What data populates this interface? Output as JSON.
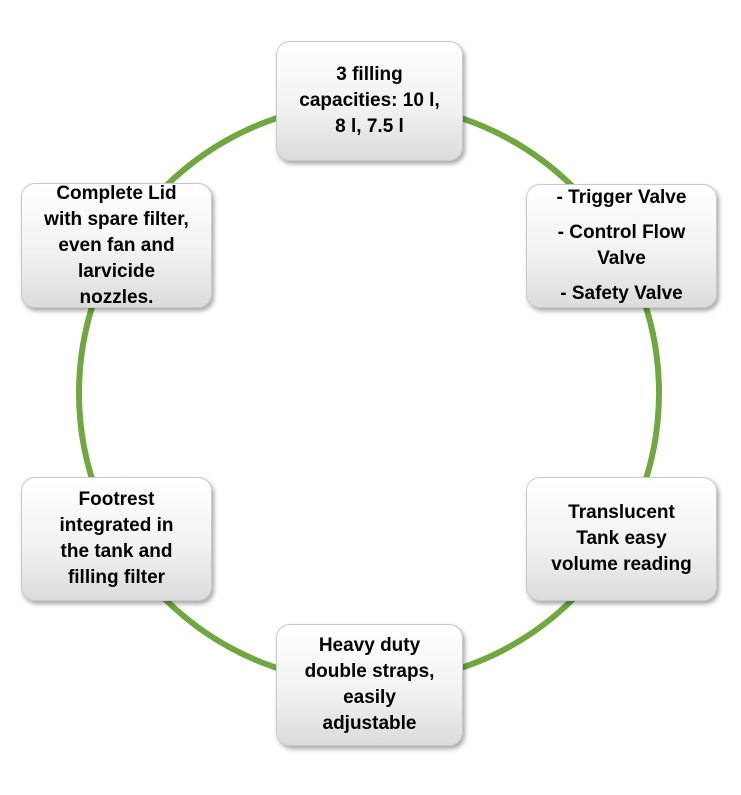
{
  "colors": {
    "ring": "#70a83f",
    "node_border": "#c9c9c9",
    "text": "#000000"
  },
  "nodes": {
    "top": {
      "lines": [
        "3  filling",
        "capacities: 10 l,",
        "8 l, 7.5 l"
      ]
    },
    "right_top": {
      "lines": [
        "- Trigger Valve",
        "- Control Flow",
        "Valve",
        "- Safety Valve"
      ]
    },
    "right_bottom": {
      "lines": [
        "Translucent",
        "Tank easy",
        "volume reading"
      ]
    },
    "bottom": {
      "lines": [
        "Heavy duty",
        "double straps,",
        "easily",
        "adjustable"
      ]
    },
    "left_bottom": {
      "lines": [
        "Footrest",
        "integrated in",
        "the tank and",
        "filling filter"
      ]
    },
    "left_top": {
      "lines": [
        "Complete Lid",
        "with spare filter,",
        "even fan and",
        "larvicide",
        "nozzles."
      ]
    }
  }
}
